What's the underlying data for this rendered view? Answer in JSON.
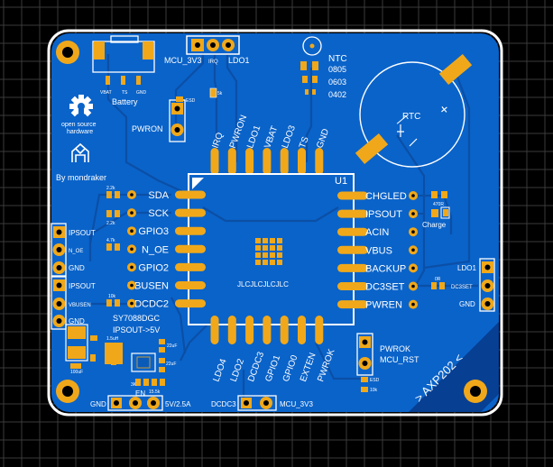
{
  "board": {
    "colors": {
      "background": "#000000",
      "grid": "#3a3a3a",
      "outline": "#ffffff",
      "pcb": "#0a63c9",
      "pcb_dark": "#0050b0",
      "trace": "#0b58b5",
      "pad": "#f0a81a",
      "silk": "#ffffff",
      "chip": "#1562c8"
    },
    "top_labels": {
      "mcu_3v3": "MCU_3V3",
      "irq": "IRQ",
      "ldo1": "LDO1",
      "ntc": "NTC",
      "r0805": "0805",
      "r0603": "0603",
      "r0402": "0402",
      "r5k": "5k",
      "esd": "ESD"
    },
    "battery": {
      "label": "Battery",
      "vbat": "VBAT",
      "ts": "TS",
      "gnd": "GND"
    },
    "logo": {
      "line1": "open source",
      "line2": "hardware"
    },
    "author": "By mondraker",
    "pwron": "PWRON",
    "rtc": "RTC",
    "chip": {
      "name": "U1",
      "marking": "JLCJLCJLCJLC"
    },
    "top_pins": [
      "IRQ",
      "PWRON",
      "LDO1",
      "VBAT",
      "LDO3",
      "TS",
      "GND"
    ],
    "left_pins": [
      "SDA",
      "SCK",
      "GPIO3",
      "N_OE",
      "GPIO2",
      "VBUSEN",
      "DCDC2"
    ],
    "right_pins": [
      "CHGLED",
      "IPSOUT",
      "ACIN",
      "VBUS",
      "BACKUP",
      "DC3SET",
      "PWREN"
    ],
    "bottom_pins": [
      "LDO4",
      "LDO2",
      "DCDC3",
      "GPIO1",
      "GPIO0",
      "EXTEN",
      "PWROK"
    ],
    "resistors": {
      "r2k_a": "2.2k",
      "r2k_b": "2.2k",
      "r47k": "4.7k",
      "r10k": "10k",
      "r470": "470R",
      "r0": "0R",
      "r15k": "15.5k",
      "r3k": "3K"
    },
    "charge": "Charge",
    "left_header1": [
      "IPSOUT",
      "N_OE",
      "GND"
    ],
    "left_header2": [
      "IPSOUT",
      "VBUSEN",
      "GND"
    ],
    "right_header": [
      "LDO1",
      "DC3SET",
      "GND"
    ],
    "dcdc": {
      "part": "SY7088DGC",
      "desc": "IPSOUT->5V",
      "inductor": "1.5uH",
      "cap_out": "22uF",
      "cap_in": "100uF",
      "cap_small": "22uF",
      "en": "EN",
      "gnd": "GND",
      "output": "5V/2.5A"
    },
    "pwrok_header": {
      "label1": "PWROK",
      "label2": "MCU_RST",
      "esd": "ESD",
      "r10k": "10k"
    },
    "bottom_labels": {
      "dcdc3": "DCDC3",
      "mcu3v3": "MCU_3V3"
    },
    "corner_text": "> AXP202 <"
  }
}
